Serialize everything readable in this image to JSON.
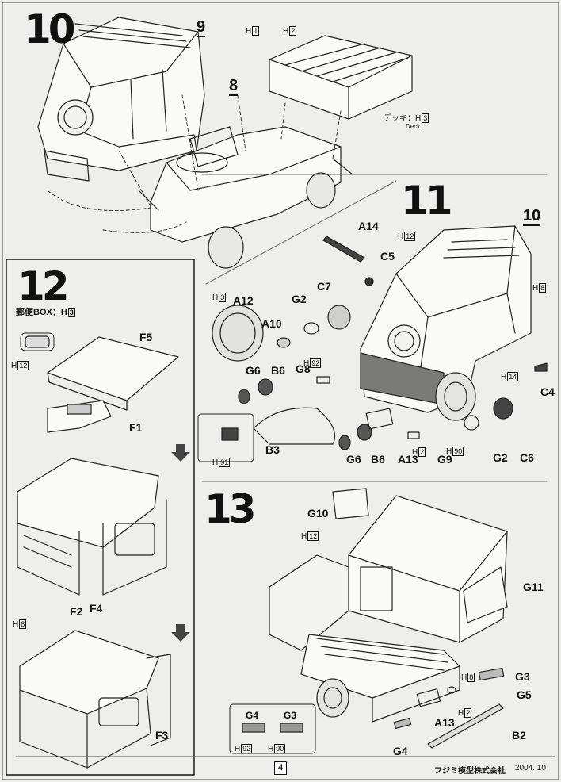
{
  "steps": {
    "s10": "10",
    "s11": "11",
    "s12": "12",
    "s13": "13"
  },
  "step10": {
    "part9": "9",
    "part8": "8",
    "h1": "1",
    "h2": "2",
    "deck_label": "デッキ：H",
    "deck_h": "3",
    "deck_en": "Deck"
  },
  "step11": {
    "ref10": "10",
    "A14": "A14",
    "C5": "C5",
    "C7": "C7",
    "A12": "A12",
    "A10": "A10",
    "G2a": "G2",
    "G2b": "G2",
    "G6a": "G6",
    "G6b": "G6",
    "B6a": "B6",
    "B6b": "B6",
    "G8": "G8",
    "B3": "B3",
    "A13": "A13",
    "G9": "G9",
    "C4": "C4",
    "C6": "C6",
    "h12": "12",
    "h3": "3",
    "h8": "8",
    "h14": "14",
    "h2": "2",
    "h91": "91",
    "h92": "92",
    "h90": "90"
  },
  "step12": {
    "box_label": "郵便BOX：H",
    "box_h": "3",
    "F5": "F5",
    "F1": "F1",
    "F2": "F2",
    "F4": "F4",
    "F3": "F3",
    "h12": "12",
    "h8": "8"
  },
  "step13": {
    "G10": "G10",
    "G11": "G11",
    "G3": "G3",
    "G5": "G5",
    "A13": "A13",
    "B2": "B2",
    "G4": "G4",
    "legend_G4": "G4",
    "legend_G3": "G3",
    "h12": "12",
    "h8": "8",
    "h2": "2",
    "h92": "92",
    "h90": "90"
  },
  "footer": {
    "page": "4",
    "maker": "フジミ模型株式会社",
    "date": "2004. 10"
  }
}
